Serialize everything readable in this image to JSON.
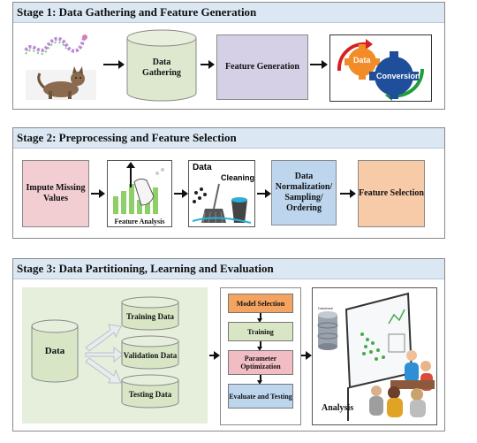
{
  "stage1": {
    "title": "Stage 1: Data Gathering and Feature Generation",
    "data_gathering": "Data Gathering",
    "feature_generation": "Feature Generation",
    "gear_data": "Data",
    "gear_conversion": "Conversion"
  },
  "stage2": {
    "title": "Stage 2: Preprocessing and Feature Selection",
    "impute": "Impute Missing Values",
    "feature_analysis": "Feature Analysis",
    "data_label": "Data",
    "cleaning_label": "Cleaning",
    "normalization": "Data Normalization/ Sampling/ Ordering",
    "feature_selection": "Feature Selection"
  },
  "stage3": {
    "title": "Stage 3: Data Partitioning, Learning and Evaluation",
    "data": "Data",
    "training_data": "Training Data",
    "validation_data": "Validation Data",
    "testing_data": "Testing Data",
    "model_selection": "Model Selection",
    "training": "Training",
    "parameter_optimization": "Parameter Optimization",
    "evaluate_testing": "Evaluate and Testing",
    "analysis": "Analysis",
    "db_label": "Database"
  },
  "colors": {
    "header_bg": "#dbe7f2",
    "green_box": "#dde8cf",
    "lavender_box": "#d6d0e6",
    "pink_box": "#f2cdd2",
    "blue_box": "#bdd6ee",
    "orange_box": "#f8cba8",
    "gear_orange": "#f28c28",
    "gear_blue": "#1f4e9b"
  }
}
